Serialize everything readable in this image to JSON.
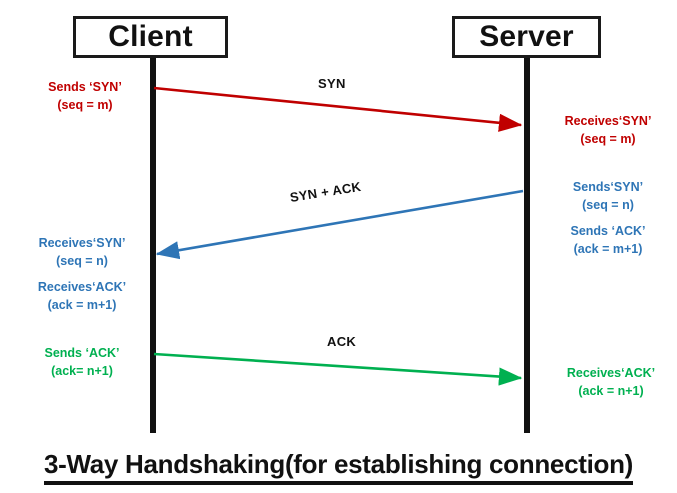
{
  "diagram": {
    "title": "3-Way Handshaking(for establishing connection)",
    "participants": [
      {
        "name": "client",
        "label": "Client"
      },
      {
        "name": "server",
        "label": "Server"
      }
    ],
    "colors": {
      "syn": "#C00000",
      "syn_ack": "#2E75B6",
      "ack": "#00B050",
      "lifeline": "#111111",
      "label": "#111111"
    },
    "messages": [
      {
        "name": "syn",
        "label": "SYN",
        "direction": "client-to-server",
        "color": "#C00000"
      },
      {
        "name": "syn-ack",
        "label": "SYN + ACK",
        "direction": "server-to-client",
        "color": "#2E75B6"
      },
      {
        "name": "ack",
        "label": "ACK",
        "direction": "client-to-server",
        "color": "#00B050"
      }
    ],
    "notes": {
      "client_sends_syn": {
        "line1": "Sends ‘SYN’",
        "line2": "(seq = m)",
        "color": "#C00000"
      },
      "server_receives_syn": {
        "line1": "Receives‘SYN’",
        "line2": "(seq = m)",
        "color": "#C00000"
      },
      "server_sends_syn": {
        "line1": "Sends‘SYN’",
        "line2": "(seq = n)",
        "color": "#2E75B6"
      },
      "server_sends_ack": {
        "line1": "Sends ‘ACK’",
        "line2": "(ack = m+1)",
        "color": "#2E75B6"
      },
      "client_receives_syn": {
        "line1": "Receives‘SYN’",
        "line2": "(seq = n)",
        "color": "#2E75B6"
      },
      "client_receives_ack": {
        "line1": "Receives‘ACK’",
        "line2": "(ack = m+1)",
        "color": "#2E75B6"
      },
      "client_sends_ack": {
        "line1": "Sends ‘ACK’",
        "line2": "(ack= n+1)",
        "color": "#00B050"
      },
      "server_receives_ack": {
        "line1": "Receives‘ACK’",
        "line2": "(ack = n+1)",
        "color": "#00B050"
      }
    }
  }
}
